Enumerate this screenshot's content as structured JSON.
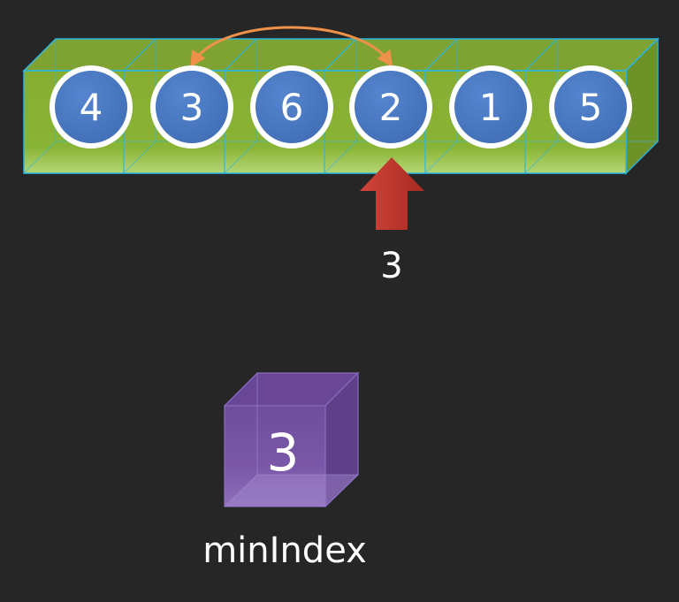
{
  "array": {
    "values": [
      "4",
      "3",
      "6",
      "2",
      "1",
      "5"
    ]
  },
  "pointer": {
    "label": "3"
  },
  "min_index": {
    "value": "3",
    "label": "minIndex"
  },
  "colors": {
    "background": "#262626",
    "array_fill": "#8db33a",
    "array_edge": "#2ab6e0",
    "circle_fill": "#4a79c1",
    "circle_ring": "#ffffff",
    "swap_arrow": "#f0914a",
    "pointer_arrow": "#c0392b",
    "min_box": "#7a55a6"
  }
}
